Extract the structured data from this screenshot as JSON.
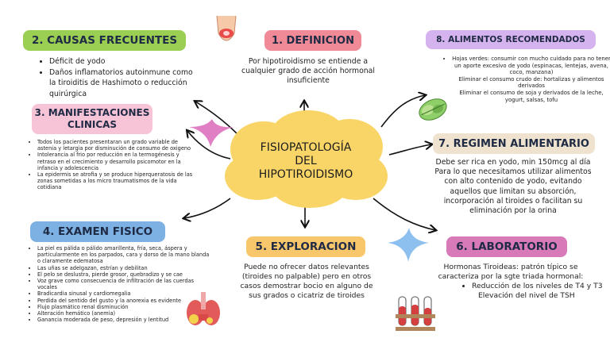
{
  "center": {
    "title_lines": [
      "FISIOPATOLOGÍA",
      "DEL",
      "HIPOTIROIDISMO"
    ]
  },
  "sections": {
    "definicion": {
      "title": "1. DEFINICION",
      "text": "Por hipotiroidismo se entiende a cualquier grado de acción hormonal insuficiente"
    },
    "causas": {
      "title": "2. CAUSAS FRECUENTES",
      "items": [
        "Déficit de yodo",
        "Daños inflamatorios autoinmune como la tiroiditis de Hashimoto o reducción quirúrgica"
      ]
    },
    "manifestaciones": {
      "title_lines": [
        "3. MANIFESTACIONES",
        "CLINICAS"
      ],
      "items": [
        "Todos los pacientes presentaran un grado variable de astenia y letargia por disminución de consumo de oxigeno",
        "Intolerancia al frio por reducción en la termogénesis y retraso en el crecimiento y desarrollo psicomotor en la infancia y adolescencia",
        "La epidermis se atrofia y se produce hiperqueratosis de las zonas sometidas a los micro traumatismos de la vida cotidiana"
      ]
    },
    "examen": {
      "title": "4. EXAMEN FISICO",
      "items": [
        "La piel es pálida o pálido amarillenta, fría, seca, áspera y particularmente en los parpados, cara y dorso de la mano blanda o claramente edematosa",
        "Las uñas se adelgazan, estrían y debilitan",
        "El pelo se deslustra, pierde grosor, quebradizo y se cae",
        "Voz grave como consecuencia de infiltración de las cuerdas vocales",
        "Bradicardia sinusal y cardiomegalia",
        "Perdida del sentido del gusto y la anorexia es evidente",
        "Flujo plasmático renal disminución",
        "Alteración hemático (anemia)",
        "Ganancia moderada de peso, depresión y lentitud"
      ]
    },
    "exploracion": {
      "title": "5. EXPLORACION",
      "text": "Puede no ofrecer datos relevantes (tiroides no palpable) pero en otros casos demostrar bocio en alguno de sus grados o cicatriz de tiroides"
    },
    "laboratorio": {
      "title": "6. LABORATORIO",
      "text": "Hormonas Tiroideas: patrón típico se caracteriza por la sgte triada hormonal:",
      "items": [
        "Reducción de los niveles de T4 y T3",
        "Elevación del nivel de TSH"
      ]
    },
    "regimen": {
      "title": "7. REGIMEN ALIMENTARIO",
      "text": "Debe ser rica en yodo, min 150mcg al día Para lo que necesitamos utilizar alimentos con alto contenido de yodo, evitando aquellos que limitan su absorción, incorporación al tiroides o facilitan su eliminación por la orina"
    },
    "alimentos": {
      "title": "8. ALIMENTOS RECOMENDADOS",
      "items": [
        "Hojas verdes: consumir con mucho cuidado para no tener un aporte excesivo de yodo (espinacas, lentejas, avena, coco, manzana)",
        "Eliminar el consumo crudo de: hortalizas y alimentos derivados",
        "Eliminar el consumo de soja y derivados de la leche, yogurt, salsas, tofu"
      ]
    }
  },
  "colors": {
    "cloud": "#f9d567",
    "causas": "#9bcf53",
    "definicion": "#f08a96",
    "manifestaciones": "#f7c3d6",
    "examen": "#7eb1e3",
    "exploracion": "#f9c76b",
    "laboratorio": "#d77ab7",
    "regimen": "#efe3cf",
    "alimentos": "#d5b3ee"
  },
  "icons": [
    "throat-icon",
    "lettuce-icon",
    "thyroid-icon",
    "test-tubes-icon",
    "sparkle-star-icon"
  ]
}
